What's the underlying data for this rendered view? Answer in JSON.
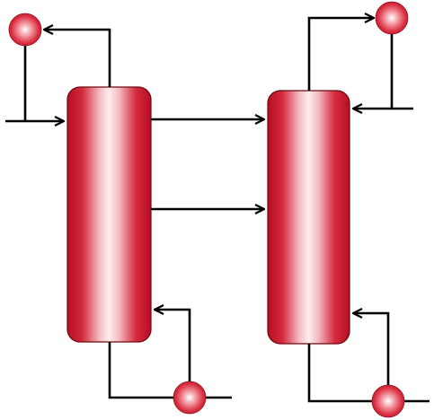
{
  "diagram": {
    "kind": "process-flow",
    "columns": [
      {
        "id": "column-1",
        "fill": "#c8102e",
        "highlight": "#fde8ea"
      },
      {
        "id": "column-2",
        "fill": "#c8102e",
        "highlight": "#fde8ea"
      }
    ],
    "pumps": [
      {
        "id": "reflux-pump-1",
        "color": "#d9283a"
      },
      {
        "id": "reboiler-pump-1",
        "color": "#d9283a"
      },
      {
        "id": "reflux-pump-2",
        "color": "#d9283a"
      },
      {
        "id": "reboiler-pump-2",
        "color": "#d9283a"
      }
    ],
    "line_color": "#000000"
  }
}
